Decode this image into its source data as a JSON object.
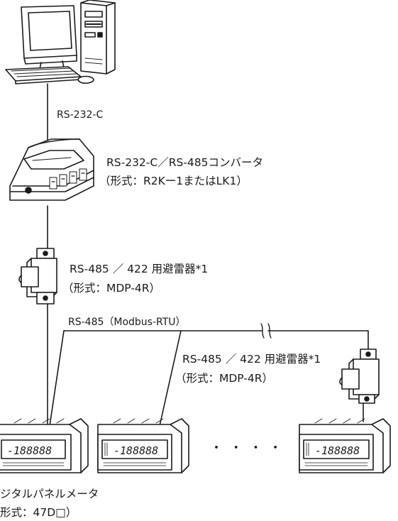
{
  "diagram": {
    "link_pc_converter": "RS-232-C",
    "converter": {
      "name": "RS-232-C／RS-485コンバータ",
      "model": "（形式：R2Kー1またはLK1）"
    },
    "arrester_top": {
      "name": "RS-485 ／ 422 用避雷器*1",
      "model": "（形式：MDP-4R）"
    },
    "bus_label": "RS-485（Modbus-RTU）",
    "arrester_right": {
      "name": "RS-485 ／ 422 用避雷器*1",
      "model": "（形式：MDP-4R）"
    },
    "ellipsis": "・ ・ ・ ・",
    "meters": {
      "name": "ジタルパネルメータ",
      "model": "形式：47D□）",
      "display_reading": "-188888"
    }
  }
}
